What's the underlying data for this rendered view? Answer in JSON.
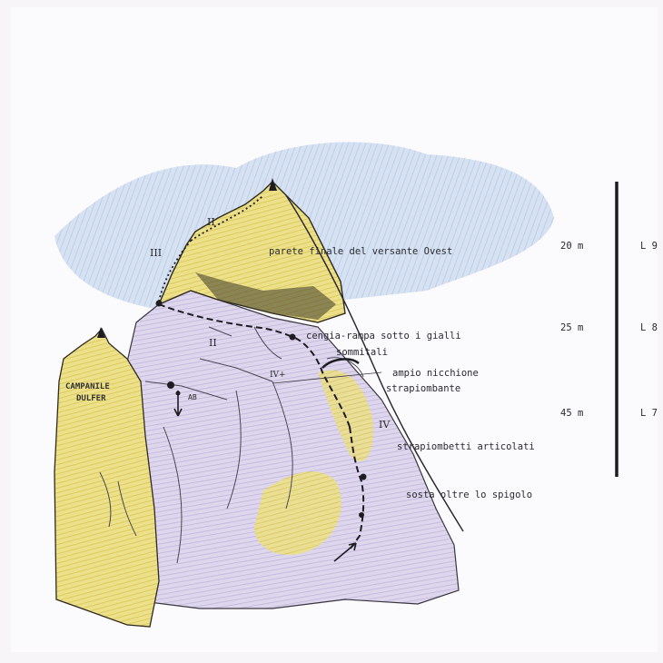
{
  "topo": {
    "tower_label_line1": "CAMPANILE",
    "tower_label_line2": "DULFER",
    "grades": {
      "II_top": "II",
      "III": "III",
      "II_mid": "II",
      "IVa": "IV+",
      "IV": "IV"
    },
    "annotations": {
      "tratto_finale": "parete finale del versante Ovest",
      "cengia_rampa_1": "cengia-rampa sotto i gialli",
      "cengia_rampa_2": "sommitali",
      "nicchione_1": "ampio nicchione",
      "nicchione_2": "strapiombante",
      "strapiombetti": "strapiombetti articolati",
      "sosta": "sosta oltre lo spigolo",
      "descent_mark": "AB"
    },
    "pitches": [
      {
        "length": "20 m",
        "pitch": "L 9"
      },
      {
        "length": "25 m",
        "pitch": "L 8"
      },
      {
        "length": "45 m",
        "pitch": "L 7"
      }
    ]
  },
  "colors": {
    "sky_blue": "#b9cfe8",
    "rock_yellow": "#e4d36a",
    "rock_lilac": "#cfc5e4",
    "ink": "#1c1c22"
  }
}
